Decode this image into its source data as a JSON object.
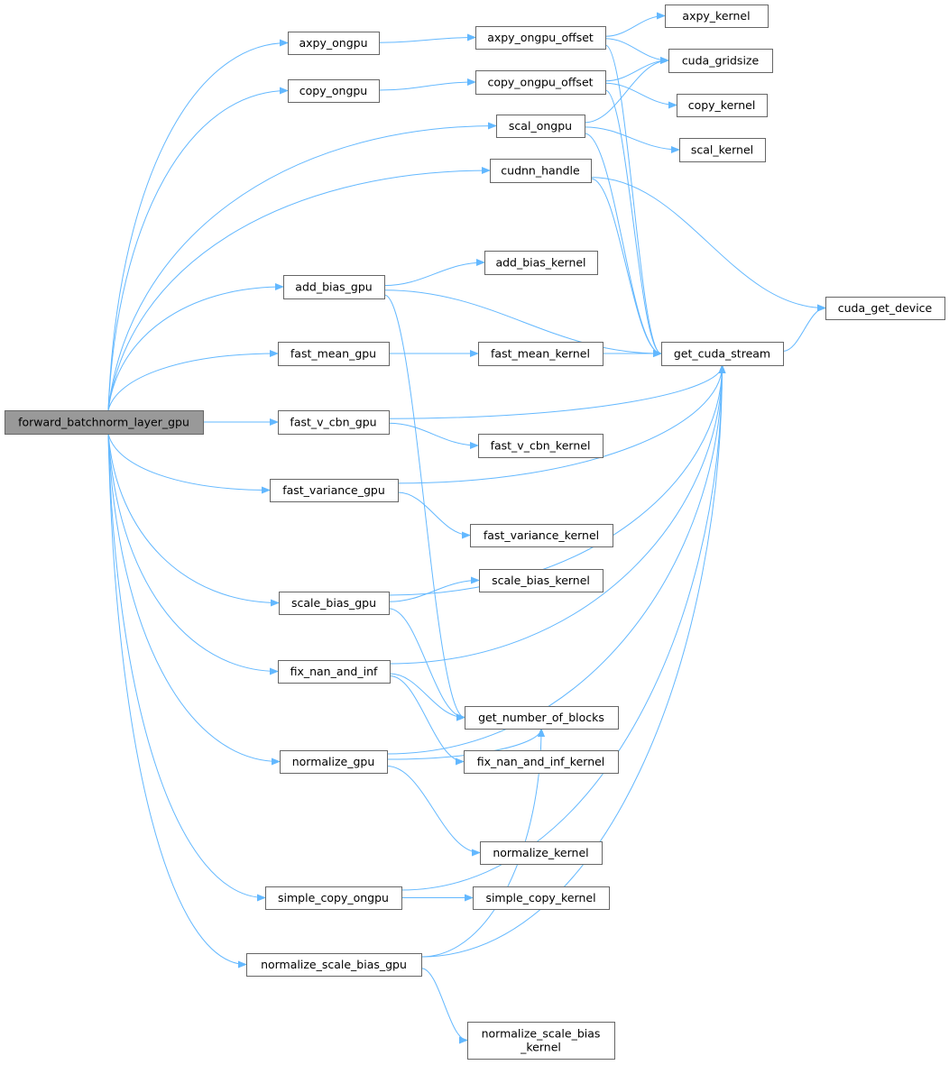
{
  "graph": {
    "title": "forward_batchnorm_layer_gpu call graph",
    "edge_color": "#63b8ff",
    "root_fill": "#999999",
    "nodes": {
      "forward": {
        "label": "forward_batchnorm_layer_gpu"
      },
      "axpy_ongpu": {
        "label": "axpy_ongpu"
      },
      "copy_ongpu": {
        "label": "copy_ongpu"
      },
      "scal_ongpu": {
        "label": "scal_ongpu"
      },
      "cudnn_handle": {
        "label": "cudnn_handle"
      },
      "add_bias_gpu": {
        "label": "add_bias_gpu"
      },
      "fast_mean_gpu": {
        "label": "fast_mean_gpu"
      },
      "fast_v_cbn_gpu": {
        "label": "fast_v_cbn_gpu"
      },
      "fast_variance_gpu": {
        "label": "fast_variance_gpu"
      },
      "scale_bias_gpu": {
        "label": "scale_bias_gpu"
      },
      "fix_nan_and_inf": {
        "label": "fix_nan_and_inf"
      },
      "normalize_gpu": {
        "label": "normalize_gpu"
      },
      "simple_copy_ongpu": {
        "label": "simple_copy_ongpu"
      },
      "normalize_scale_bias_gpu": {
        "label": "normalize_scale_bias_gpu"
      },
      "axpy_ongpu_offset": {
        "label": "axpy_ongpu_offset"
      },
      "copy_ongpu_offset": {
        "label": "copy_ongpu_offset"
      },
      "axpy_kernel": {
        "label": "axpy_kernel"
      },
      "cuda_gridsize": {
        "label": "cuda_gridsize"
      },
      "copy_kernel": {
        "label": "copy_kernel"
      },
      "scal_kernel": {
        "label": "scal_kernel"
      },
      "add_bias_kernel": {
        "label": "add_bias_kernel"
      },
      "fast_mean_kernel": {
        "label": "fast_mean_kernel"
      },
      "get_cuda_stream": {
        "label": "get_cuda_stream"
      },
      "cuda_get_device": {
        "label": "cuda_get_device"
      },
      "fast_v_cbn_kernel": {
        "label": "fast_v_cbn_kernel"
      },
      "fast_variance_kernel": {
        "label": "fast_variance_kernel"
      },
      "scale_bias_kernel": {
        "label": "scale_bias_kernel"
      },
      "get_number_of_blocks": {
        "label": "get_number_of_blocks"
      },
      "fix_nan_and_inf_kernel": {
        "label": "fix_nan_and_inf_kernel"
      },
      "normalize_kernel": {
        "label": "normalize_kernel"
      },
      "simple_copy_kernel": {
        "label": "simple_copy_kernel"
      },
      "normalize_scale_bias_kernel": {
        "label": "normalize_scale_bias\n_kernel"
      }
    },
    "edges": [
      [
        "forward",
        "axpy_ongpu"
      ],
      [
        "forward",
        "copy_ongpu"
      ],
      [
        "forward",
        "scal_ongpu"
      ],
      [
        "forward",
        "cudnn_handle"
      ],
      [
        "forward",
        "add_bias_gpu"
      ],
      [
        "forward",
        "fast_mean_gpu"
      ],
      [
        "forward",
        "fast_v_cbn_gpu"
      ],
      [
        "forward",
        "fast_variance_gpu"
      ],
      [
        "forward",
        "scale_bias_gpu"
      ],
      [
        "forward",
        "fix_nan_and_inf"
      ],
      [
        "forward",
        "normalize_gpu"
      ],
      [
        "forward",
        "simple_copy_ongpu"
      ],
      [
        "forward",
        "normalize_scale_bias_gpu"
      ],
      [
        "axpy_ongpu",
        "axpy_ongpu_offset"
      ],
      [
        "axpy_ongpu_offset",
        "axpy_kernel"
      ],
      [
        "axpy_ongpu_offset",
        "cuda_gridsize"
      ],
      [
        "axpy_ongpu_offset",
        "get_cuda_stream"
      ],
      [
        "copy_ongpu",
        "copy_ongpu_offset"
      ],
      [
        "copy_ongpu_offset",
        "cuda_gridsize"
      ],
      [
        "copy_ongpu_offset",
        "copy_kernel"
      ],
      [
        "copy_ongpu_offset",
        "get_cuda_stream"
      ],
      [
        "scal_ongpu",
        "cuda_gridsize"
      ],
      [
        "scal_ongpu",
        "scal_kernel"
      ],
      [
        "scal_ongpu",
        "get_cuda_stream"
      ],
      [
        "cudnn_handle",
        "cuda_get_device"
      ],
      [
        "cudnn_handle",
        "get_cuda_stream"
      ],
      [
        "add_bias_gpu",
        "add_bias_kernel"
      ],
      [
        "add_bias_gpu",
        "get_cuda_stream"
      ],
      [
        "add_bias_gpu",
        "get_number_of_blocks"
      ],
      [
        "fast_mean_gpu",
        "fast_mean_kernel"
      ],
      [
        "fast_mean_gpu",
        "get_cuda_stream"
      ],
      [
        "fast_v_cbn_gpu",
        "fast_v_cbn_kernel"
      ],
      [
        "fast_v_cbn_gpu",
        "get_cuda_stream"
      ],
      [
        "fast_variance_gpu",
        "fast_variance_kernel"
      ],
      [
        "fast_variance_gpu",
        "get_cuda_stream"
      ],
      [
        "scale_bias_gpu",
        "scale_bias_kernel"
      ],
      [
        "scale_bias_gpu",
        "get_cuda_stream"
      ],
      [
        "scale_bias_gpu",
        "get_number_of_blocks"
      ],
      [
        "fix_nan_and_inf",
        "get_number_of_blocks"
      ],
      [
        "fix_nan_and_inf",
        "fix_nan_and_inf_kernel"
      ],
      [
        "fix_nan_and_inf",
        "get_cuda_stream"
      ],
      [
        "normalize_gpu",
        "get_number_of_blocks"
      ],
      [
        "normalize_gpu",
        "normalize_kernel"
      ],
      [
        "normalize_gpu",
        "get_cuda_stream"
      ],
      [
        "simple_copy_ongpu",
        "simple_copy_kernel"
      ],
      [
        "simple_copy_ongpu",
        "get_cuda_stream"
      ],
      [
        "normalize_scale_bias_gpu",
        "get_number_of_blocks"
      ],
      [
        "normalize_scale_bias_gpu",
        "normalize_scale_bias_kernel"
      ],
      [
        "normalize_scale_bias_gpu",
        "get_cuda_stream"
      ],
      [
        "get_cuda_stream",
        "cuda_get_device"
      ]
    ]
  }
}
